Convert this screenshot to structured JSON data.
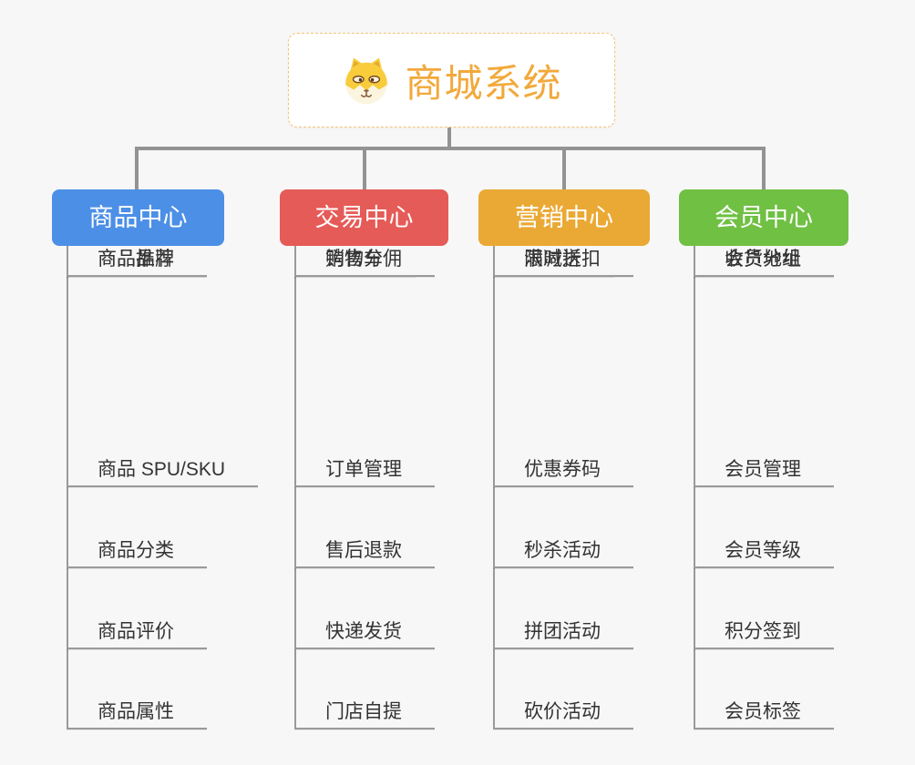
{
  "root": {
    "title": "商城系统",
    "icon": "shiba-dog-icon",
    "accent_color": "#f2a93b",
    "border_color": "#f3c377"
  },
  "colors": {
    "background": "#f7f7f7",
    "connector": "#939393",
    "leaf_text": "#333333"
  },
  "branches": [
    {
      "label": "商品中心",
      "color": "#4c8fe6",
      "items": [
        "商品 SPU/SKU",
        "商品分类",
        "商品评价",
        "商品属性",
        "商品推荐",
        "商品品牌"
      ]
    },
    {
      "label": "交易中心",
      "color": "#e55b57",
      "items": [
        "订单管理",
        "售后退款",
        "快递发货",
        "门店自提",
        "购物车",
        "销售分佣"
      ]
    },
    {
      "label": "营销中心",
      "color": "#eaa935",
      "items": [
        "优惠券码",
        "秒杀活动",
        "拼团活动",
        "砍价活动",
        "限时折扣",
        "满减送"
      ]
    },
    {
      "label": "会员中心",
      "color": "#70c044",
      "items": [
        "会员管理",
        "会员等级",
        "积分签到",
        "会员标签",
        "会员分组",
        "收货地址"
      ]
    }
  ]
}
